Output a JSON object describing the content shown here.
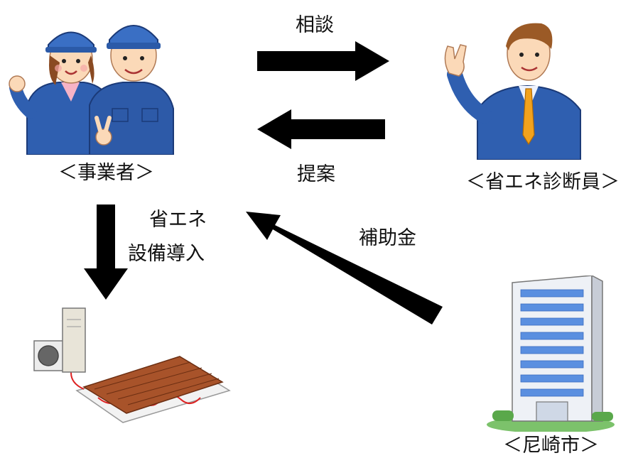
{
  "nodes": {
    "business_operator": "＜事業者＞",
    "energy_auditor": "＜省エネ診断員＞",
    "city": "＜尼崎市＞"
  },
  "edges": {
    "consultation": "相談",
    "proposal": "提案",
    "installation_line1": "省エネ",
    "installation_line2": "設備導入",
    "subsidy": "補助金"
  }
}
